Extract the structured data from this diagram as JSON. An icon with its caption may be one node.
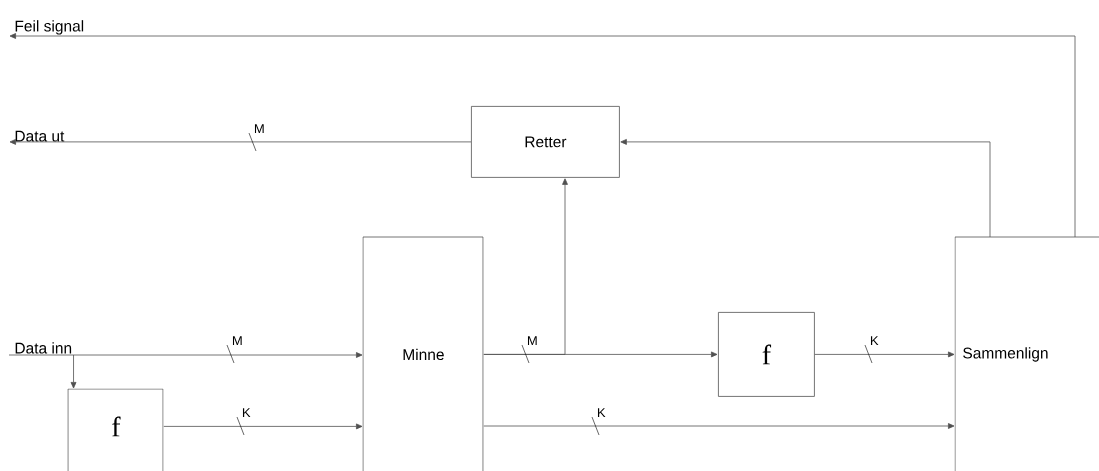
{
  "diagram": {
    "nodes": [
      {
        "text": [
          "Feil signal"
        ]
      },
      {
        "text": [
          "Data ut"
        ]
      },
      {
        "text": [
          "Retter"
        ]
      },
      {
        "text": [
          "Data inn"
        ]
      },
      {
        "text": [
          "f"
        ]
      },
      {
        "text": [
          "Minne"
        ]
      },
      {
        "text": [
          "f"
        ]
      },
      {
        "text": [
          "Sammenlign"
        ]
      }
    ],
    "edges": [
      {
        "from": 7,
        "to": 0,
        "arrow": "to"
      },
      {
        "from": 2,
        "to": 1,
        "arrow": "to",
        "label": "M"
      },
      {
        "from": 7,
        "to": 2,
        "arrow": "to"
      },
      {
        "from": 3,
        "to": 5,
        "arrow": "to",
        "label": "M"
      },
      {
        "from": 3,
        "to": 4,
        "arrow": "to"
      },
      {
        "from": 4,
        "to": 5,
        "arrow": "to",
        "label": "K"
      },
      {
        "from": 5,
        "to": 2,
        "arrow": "to"
      },
      {
        "from": 5,
        "to": 6,
        "arrow": "to",
        "label": "M"
      },
      {
        "from": 6,
        "to": 7,
        "arrow": "to",
        "label": "K"
      },
      {
        "from": 5,
        "to": 7,
        "arrow": "to",
        "label": "K"
      }
    ]
  }
}
